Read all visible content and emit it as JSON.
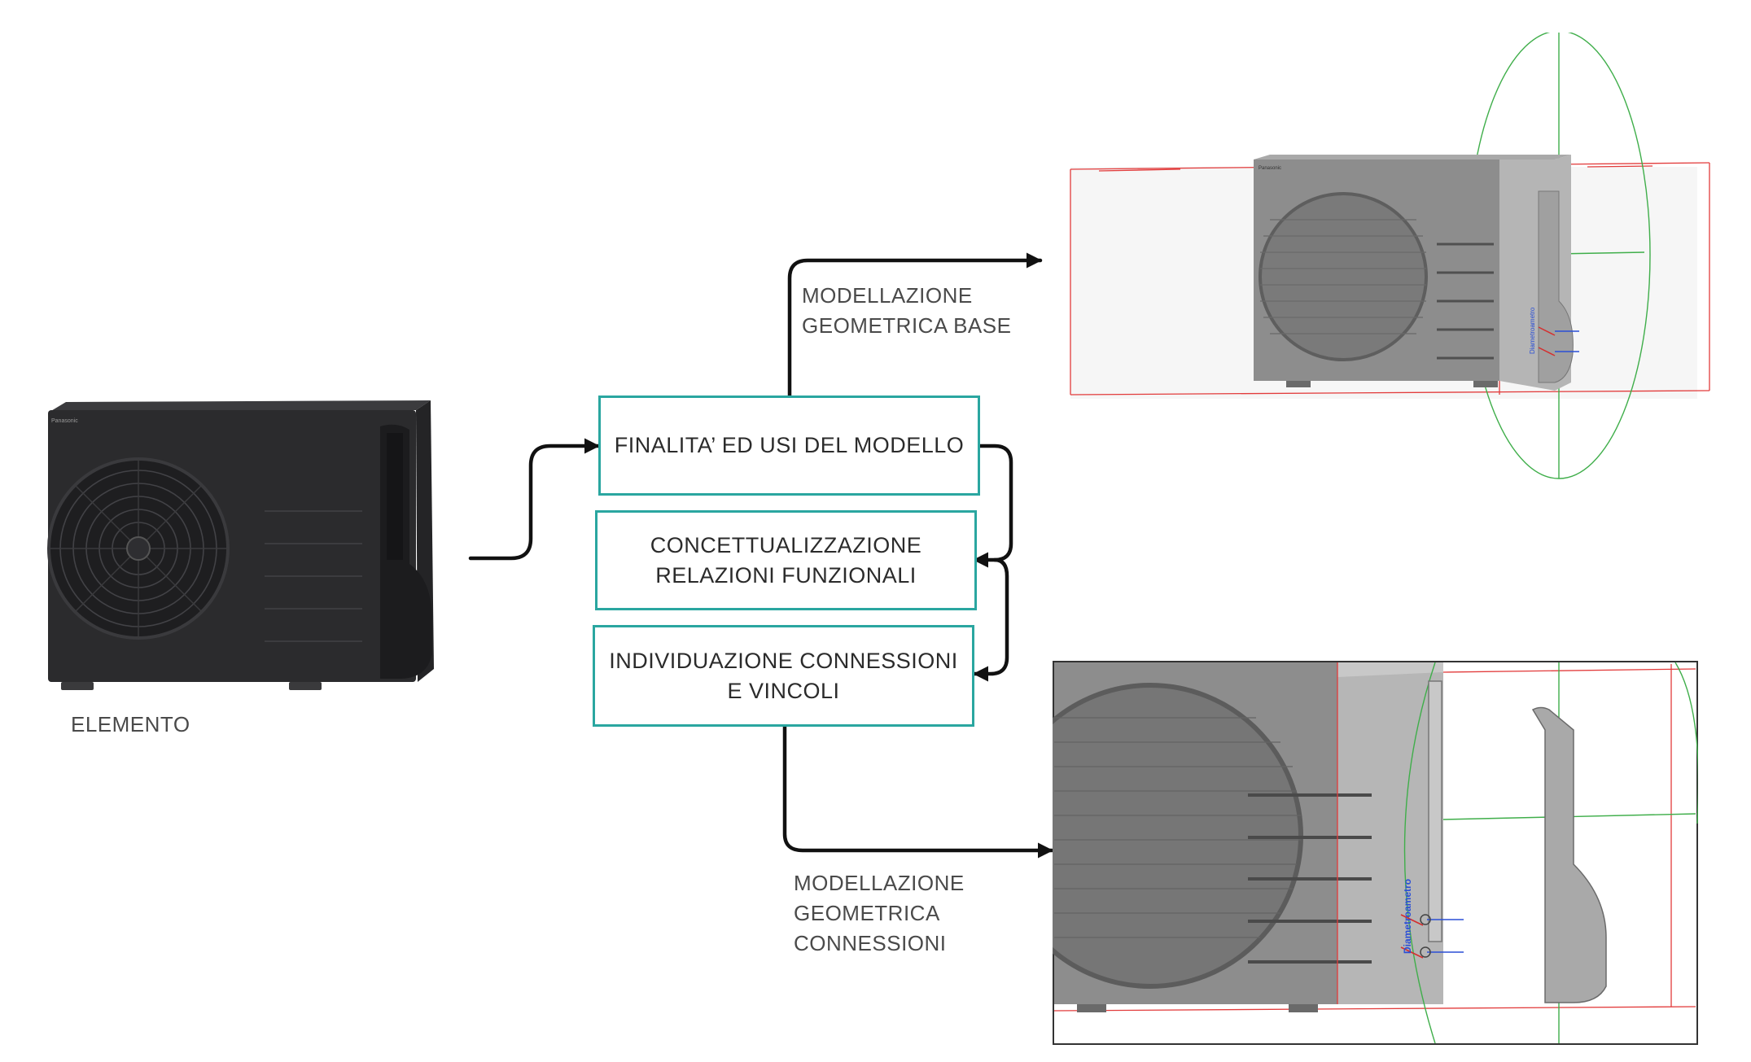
{
  "diagram": {
    "element_caption": "ELEMENTO",
    "boxes": [
      {
        "id": "finalita",
        "label": "FINALITA’ ED USI DEL MODELLO"
      },
      {
        "id": "concettualizzazione",
        "label": "CONCETTUALIZZAZIONE\nRELAZIONI FUNZIONALI"
      },
      {
        "id": "individuazione",
        "label": "INDIVIDUAZIONE CONNESSIONI\nE VINCOLI"
      }
    ],
    "branch_top_caption": "MODELLAZIONE\nGEOMETRICA BASE",
    "branch_bottom_caption": "MODELLAZIONE\nGEOMETRICA\nCONNESSIONI",
    "unit_logo": "Panasonic",
    "model_tag": "Diametroametro",
    "colors": {
      "box_border": "#2aa6a0",
      "arrow": "#111111",
      "unit_body": "#2b2b2d",
      "model_body": "#8f8f8f",
      "reference_red": "#e23b3b",
      "reference_green": "#3fae4a"
    }
  }
}
